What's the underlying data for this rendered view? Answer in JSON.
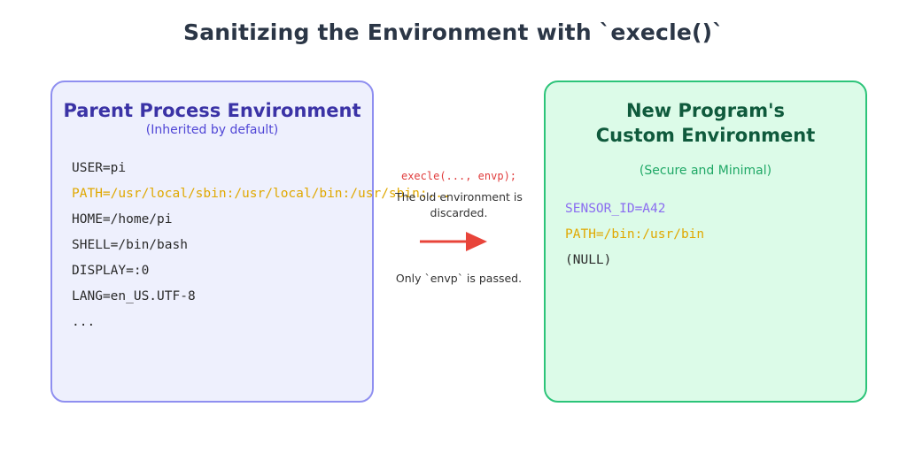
{
  "title": "Sanitizing the Environment with `execle()`",
  "parent": {
    "title": "Parent Process Environment",
    "subtitle": "(Inherited by default)",
    "items": [
      "USER=pi",
      "PATH=/usr/local/sbin:/usr/local/bin:/usr/sbin:...",
      "HOME=/home/pi",
      "SHELL=/bin/bash",
      "DISPLAY=:0",
      "LANG=en_US.UTF-8",
      "..."
    ]
  },
  "middle": {
    "code": "execle(..., envp);",
    "description": "The old environment is discarded.",
    "note": "Only `envp` is passed."
  },
  "new_env": {
    "title_line1": "New Program's",
    "title_line2": "Custom Environment",
    "subtitle": "(Secure and Minimal)",
    "items": [
      "SENSOR_ID=A42",
      "PATH=/bin:/usr/bin",
      "(NULL)"
    ]
  },
  "colors": {
    "parent_border": "#8f8ff0",
    "parent_fill": "#eef0fd",
    "new_border": "#2cc479",
    "new_fill": "#dcfbe8",
    "path_text": "#e0a800",
    "sensor_text": "#8a6cf0",
    "arrow": "#e8443a",
    "code_text": "#e03c3c"
  }
}
